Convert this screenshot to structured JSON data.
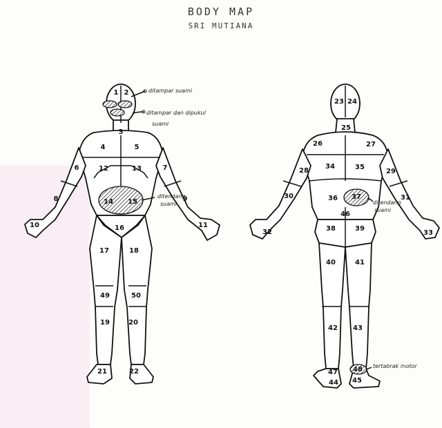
{
  "title": "BODY MAP",
  "subtitle": "SRI MUTIANA",
  "front": {
    "zones": [
      {
        "label": "1",
        "name": "zone-1"
      },
      {
        "label": "2",
        "name": "zone-2"
      },
      {
        "label": "3",
        "name": "zone-3"
      },
      {
        "label": "4",
        "name": "zone-4"
      },
      {
        "label": "5",
        "name": "zone-5"
      },
      {
        "label": "6",
        "name": "zone-6"
      },
      {
        "label": "7",
        "name": "zone-7"
      },
      {
        "label": "8",
        "name": "zone-8"
      },
      {
        "label": "9",
        "name": "zone-9"
      },
      {
        "label": "10",
        "name": "zone-10"
      },
      {
        "label": "11",
        "name": "zone-11"
      },
      {
        "label": "12",
        "name": "zone-12"
      },
      {
        "label": "13",
        "name": "zone-13"
      },
      {
        "label": "14",
        "name": "zone-14"
      },
      {
        "label": "15",
        "name": "zone-15"
      },
      {
        "label": "16",
        "name": "zone-16"
      },
      {
        "label": "17",
        "name": "zone-17"
      },
      {
        "label": "18",
        "name": "zone-18"
      },
      {
        "label": "49",
        "name": "zone-49"
      },
      {
        "label": "50",
        "name": "zone-50"
      },
      {
        "label": "19",
        "name": "zone-19"
      },
      {
        "label": "20",
        "name": "zone-20"
      },
      {
        "label": "21",
        "name": "zone-21"
      },
      {
        "label": "22",
        "name": "zone-22"
      }
    ],
    "annotations": [
      {
        "line1": "ditampar suami",
        "line2": ""
      },
      {
        "line1": "ditampar dan dipukul",
        "line2": "suami"
      },
      {
        "line1": "ditendang",
        "line2": "suami"
      }
    ]
  },
  "back": {
    "zones": [
      {
        "label": "23",
        "name": "zone-23"
      },
      {
        "label": "24",
        "name": "zone-24"
      },
      {
        "label": "25",
        "name": "zone-25"
      },
      {
        "label": "26",
        "name": "zone-26"
      },
      {
        "label": "27",
        "name": "zone-27"
      },
      {
        "label": "28",
        "name": "zone-28"
      },
      {
        "label": "34",
        "name": "zone-34"
      },
      {
        "label": "35",
        "name": "zone-35"
      },
      {
        "label": "29",
        "name": "zone-29"
      },
      {
        "label": "30",
        "name": "zone-30"
      },
      {
        "label": "36",
        "name": "zone-36"
      },
      {
        "label": "37",
        "name": "zone-37"
      },
      {
        "label": "31",
        "name": "zone-31"
      },
      {
        "label": "46",
        "name": "zone-46"
      },
      {
        "label": "32",
        "name": "zone-32"
      },
      {
        "label": "38",
        "name": "zone-38"
      },
      {
        "label": "39",
        "name": "zone-39"
      },
      {
        "label": "33",
        "name": "zone-33"
      },
      {
        "label": "40",
        "name": "zone-40"
      },
      {
        "label": "41",
        "name": "zone-41"
      },
      {
        "label": "42",
        "name": "zone-42"
      },
      {
        "label": "43",
        "name": "zone-43"
      },
      {
        "label": "47",
        "name": "zone-47"
      },
      {
        "label": "48",
        "name": "zone-48"
      },
      {
        "label": "44",
        "name": "zone-44"
      },
      {
        "label": "45",
        "name": "zone-45"
      }
    ],
    "annotations": [
      {
        "line1": "ditendang",
        "line2": "suami"
      },
      {
        "line1": "tertabrak motor",
        "line2": ""
      }
    ]
  }
}
